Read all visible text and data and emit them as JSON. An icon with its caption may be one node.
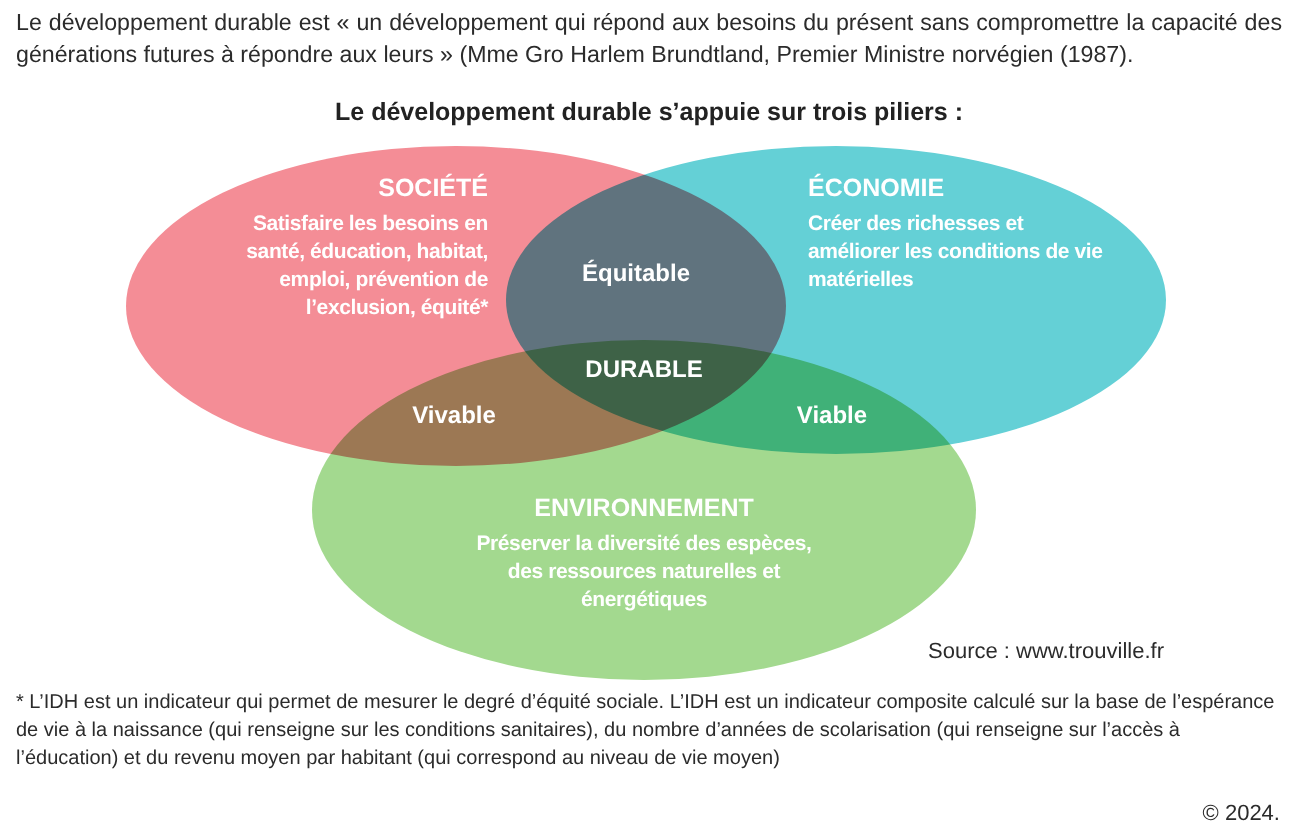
{
  "diagram": {
    "title": "Le développement durable s’appuie sur trois piliers :",
    "nodes": [
      {
        "text": [
          "SOCIÉTÉ",
          "Satisfaire les besoins en santé, éducation, habitat, emploi, prévention de l’exclusion, équité*"
        ]
      },
      {
        "text": [
          "ÉCONOMIE",
          "Créer des richesses et améliorer les conditions de vie matérielles"
        ]
      },
      {
        "text": [
          "ENVIRONNEMENT",
          "Préserver la diversité des espèces, des ressources naturelles et énergétiques"
        ]
      }
    ],
    "labels": [
      "Le développement durable est « un développement qui répond aux besoins du présent sans compromettre la capacité des générations futures à répondre aux leurs » (Mme Gro Harlem Brundtland, Premier Ministre norvégien (1987).",
      "Équitable",
      "DURABLE",
      "Vivable",
      "Viable",
      "Source : www.trouville.fr",
      "* L’IDH est un indicateur qui permet de mesurer le degré d’équité sociale. L’IDH est un indicateur composite calculé sur la base de l’espérance de vie à la naissance (qui renseigne sur les conditions sanitaires), du nombre d’années de scolarisation (qui renseigne sur l’accès à l’éducation) et du revenu moyen par habitant (qui correspond au niveau de vie moyen)",
      "© 2024."
    ]
  }
}
